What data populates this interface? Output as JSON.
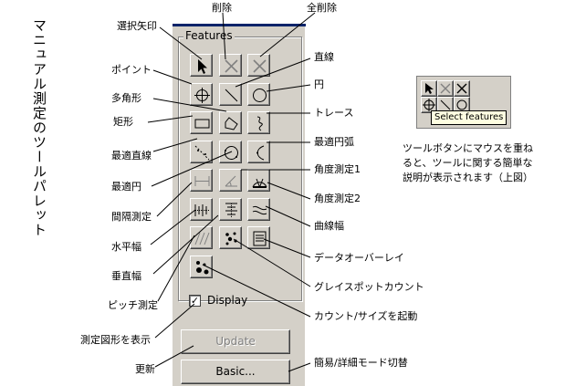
{
  "title_vertical": "マニュアル測定のツールパレット",
  "palette": {
    "group_title": "Features",
    "display_checkbox": {
      "checked": true,
      "check_glyph": "✓",
      "label": "Display"
    },
    "update_button": "Update",
    "basic_button": "Basic..."
  },
  "tools": [
    {
      "row": 0,
      "col": 0,
      "icon": "arrow-select-icon"
    },
    {
      "row": 0,
      "col": 1,
      "icon": "delete-x-icon"
    },
    {
      "row": 0,
      "col": 2,
      "icon": "delete-all-x-icon"
    },
    {
      "row": 1,
      "col": 0,
      "icon": "point-crosshair-icon"
    },
    {
      "row": 1,
      "col": 1,
      "icon": "line-icon"
    },
    {
      "row": 1,
      "col": 2,
      "icon": "circle-icon"
    },
    {
      "row": 2,
      "col": 0,
      "icon": "rectangle-icon"
    },
    {
      "row": 2,
      "col": 1,
      "icon": "polygon-icon"
    },
    {
      "row": 2,
      "col": 2,
      "icon": "trace-icon"
    },
    {
      "row": 3,
      "col": 0,
      "icon": "best-fit-line-icon"
    },
    {
      "row": 3,
      "col": 1,
      "icon": "best-fit-circle-icon"
    },
    {
      "row": 3,
      "col": 2,
      "icon": "best-fit-arc-icon"
    },
    {
      "row": 4,
      "col": 0,
      "icon": "interval-measure-icon"
    },
    {
      "row": 4,
      "col": 1,
      "icon": "angle-measure-1-icon"
    },
    {
      "row": 4,
      "col": 2,
      "icon": "angle-measure-2-icon"
    },
    {
      "row": 5,
      "col": 0,
      "icon": "horizontal-width-icon"
    },
    {
      "row": 5,
      "col": 1,
      "icon": "vertical-width-icon"
    },
    {
      "row": 5,
      "col": 2,
      "icon": "curve-width-icon"
    },
    {
      "row": 6,
      "col": 0,
      "icon": "pitch-measure-icon"
    },
    {
      "row": 6,
      "col": 1,
      "icon": "gray-spot-count-icon"
    },
    {
      "row": 6,
      "col": 2,
      "icon": "data-overlay-icon"
    },
    {
      "row": 7,
      "col": 0,
      "icon": "count-size-launch-icon"
    }
  ],
  "labels": {
    "select_arrow": "選択矢印",
    "delete": "削除",
    "delete_all": "全削除",
    "line": "直線",
    "point": "ポイント",
    "polygon": "多角形",
    "circle": "円",
    "rectangle": "矩形",
    "trace": "トレース",
    "best_line": "最適直線",
    "best_arc": "最適円弧",
    "best_circle": "最適円",
    "angle1": "角度測定1",
    "interval": "間隔測定",
    "angle2": "角度測定2",
    "horizontal": "水平幅",
    "curve": "曲線幅",
    "vertical": "垂直幅",
    "data_overlay": "データオーバーレイ",
    "gray_spot": "グレイスポットカウント",
    "pitch": "ピッチ測定",
    "count_size": "カウント/サイズを起動",
    "show_shapes": "測定図形を表示",
    "update": "更新",
    "mode_switch": "簡易/詳細モード切替"
  },
  "tooltip_demo": {
    "tooltip_text": "Select features",
    "note": "ツールボタンにマウスを重ねると、ツールに関する簡単な説明が表示されます（上図）"
  }
}
